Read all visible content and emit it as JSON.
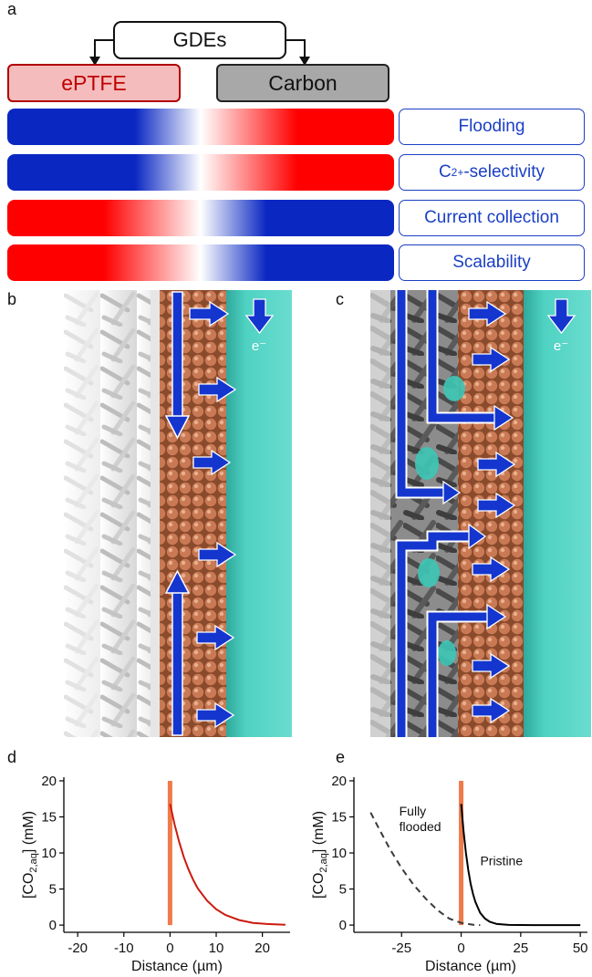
{
  "panel_a": {
    "letter": "a",
    "root_label": "GDEs",
    "materials": [
      "ePTFE",
      "Carbon"
    ],
    "properties": [
      {
        "label": "Flooding",
        "high_side": "right"
      },
      {
        "label_main": "C",
        "label_sub": "2+",
        "label_rest": "-selectivity",
        "high_side": "right"
      },
      {
        "label": "Current collection",
        "high_side": "left"
      },
      {
        "label": "Scalability",
        "high_side": "left"
      }
    ],
    "colors": {
      "red": "#ff0000",
      "blue": "#0a27c2",
      "epftfe_fill": "#f4bcbc",
      "epftfe_text": "#c00000",
      "carbon_fill": "#a8a8a8"
    }
  },
  "panel_b": {
    "letter": "b",
    "electron_label": "e⁻"
  },
  "panel_c": {
    "letter": "c",
    "electron_label": "e⁻"
  },
  "chart_data": [
    {
      "panel": "d",
      "type": "line",
      "ylabel_main": "[CO",
      "ylabel_sub": "2,aq",
      "ylabel_rest": "] (mM)",
      "xlabel": "Distance (µm)",
      "xlim": [
        -23,
        26
      ],
      "ylim": [
        -1,
        20.5
      ],
      "xticks": [
        "-20",
        "-10",
        "0",
        "10",
        "20"
      ],
      "xtick_values": [
        -20,
        -10,
        0,
        10,
        20
      ],
      "yticks": [
        "0",
        "5",
        "10",
        "15",
        "20"
      ],
      "ytick_values": [
        0,
        5,
        10,
        15,
        20
      ],
      "interface_x": 0,
      "series": [
        {
          "style": "solid",
          "color": "#cc1a0e",
          "x": [
            0,
            1,
            2,
            3,
            4,
            5,
            6,
            8,
            10,
            12,
            15,
            18,
            21,
            25
          ],
          "y": [
            16.8,
            13.9,
            11.5,
            9.4,
            7.7,
            6.3,
            5.1,
            3.4,
            2.2,
            1.4,
            0.7,
            0.3,
            0.15,
            0.05
          ]
        }
      ]
    },
    {
      "panel": "e",
      "type": "line",
      "ylabel_main": "[CO",
      "ylabel_sub": "2,aq",
      "ylabel_rest": "] (mM)",
      "xlabel": "Distance (µm)",
      "xlim": [
        -45,
        53
      ],
      "ylim": [
        -1,
        20.5
      ],
      "xticks": [
        "-25",
        "0",
        "25",
        "50"
      ],
      "xtick_values": [
        -25,
        0,
        25,
        50
      ],
      "yticks": [
        "0",
        "5",
        "10",
        "15",
        "20"
      ],
      "ytick_values": [
        0,
        5,
        10,
        15,
        20
      ],
      "interface_x": 0,
      "annotations": [
        {
          "text_lines": [
            "Fully",
            "flooded"
          ],
          "x": -26,
          "y": 15.2
        },
        {
          "text_lines": [
            "Pristine"
          ],
          "x": 8,
          "y": 8.3
        }
      ],
      "series": [
        {
          "name": "Fully flooded",
          "style": "dashed",
          "color": "#3a3a3a",
          "x": [
            -38,
            -35,
            -30,
            -25,
            -20,
            -15,
            -10,
            -5,
            0,
            5,
            8
          ],
          "y": [
            15.6,
            13.7,
            10.6,
            7.9,
            5.6,
            3.7,
            2.1,
            0.9,
            0.3,
            0.05,
            0
          ]
        },
        {
          "name": "Pristine",
          "style": "solid",
          "color": "#000000",
          "x": [
            0,
            1,
            2,
            3,
            4,
            5,
            6,
            8,
            10,
            12,
            15,
            20,
            30,
            40,
            50
          ],
          "y": [
            16.8,
            13.0,
            10.0,
            7.6,
            5.7,
            4.3,
            3.2,
            1.7,
            0.9,
            0.45,
            0.15,
            0.03,
            0,
            0,
            0
          ]
        }
      ]
    }
  ]
}
